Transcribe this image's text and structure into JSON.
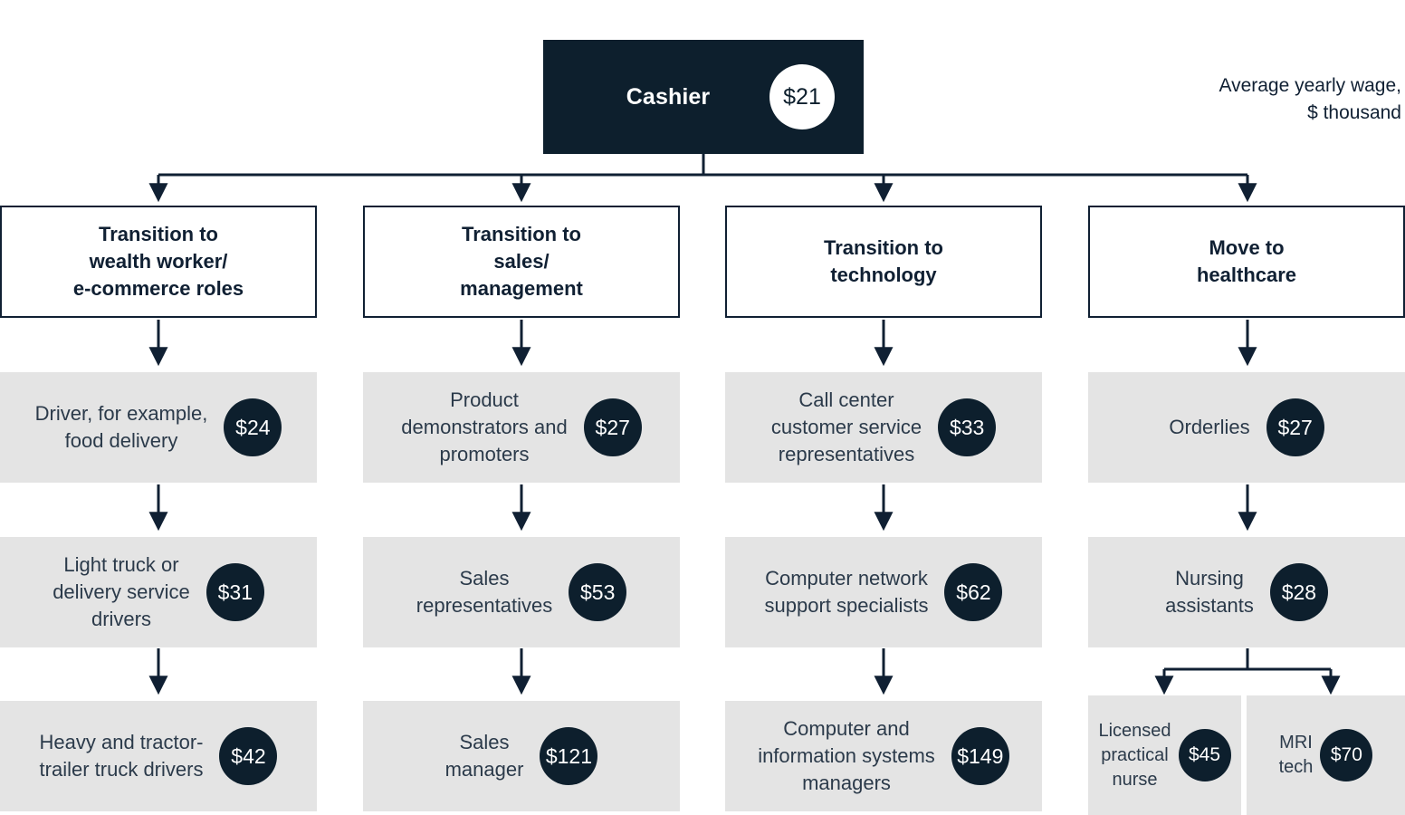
{
  "caption": "Average yearly wage,\n$ thousand",
  "colors": {
    "dark": "#0d1f2d",
    "gray_box": "#e4e4e4",
    "text": "#102033",
    "background": "#ffffff"
  },
  "root": {
    "label": "Cashier",
    "value": "$21"
  },
  "branches": [
    {
      "title": "Transition to\nwealth worker/\ne-commerce roles",
      "steps": [
        {
          "label": "Driver, for example,\nfood delivery",
          "value": "$24"
        },
        {
          "label": "Light truck or\ndelivery service\ndrivers",
          "value": "$31"
        },
        {
          "label": "Heavy and tractor-\ntrailer truck drivers",
          "value": "$42"
        }
      ]
    },
    {
      "title": "Transition to\nsales/\nmanagement",
      "steps": [
        {
          "label": "Product\ndemonstrators and\npromoters",
          "value": "$27"
        },
        {
          "label": "Sales\nrepresentatives",
          "value": "$53"
        },
        {
          "label": "Sales\nmanager",
          "value": "$121"
        }
      ]
    },
    {
      "title": "Transition to\ntechnology",
      "steps": [
        {
          "label": "Call center\ncustomer service\nrepresentatives",
          "value": "$33"
        },
        {
          "label": "Computer network\nsupport specialists",
          "value": "$62"
        },
        {
          "label": "Computer and\ninformation systems\nmanagers",
          "value": "$149"
        }
      ]
    },
    {
      "title": "Move to\nhealthcare",
      "steps": [
        {
          "label": "Orderlies",
          "value": "$27"
        },
        {
          "label": "Nursing\nassistants",
          "value": "$28"
        }
      ],
      "split_steps": [
        {
          "label": "Licensed\npractical\nnurse",
          "value": "$45"
        },
        {
          "label": "MRI\ntech",
          "value": "$70"
        }
      ]
    }
  ],
  "chart_data": {
    "type": "diagram",
    "title": "Cashier career transition pathways",
    "units": "Average yearly wage, $ thousand",
    "root": {
      "occupation": "Cashier",
      "wage": 21
    },
    "pathways": [
      {
        "name": "Transition to wealth worker/e-commerce roles",
        "nodes": [
          {
            "occupation": "Driver, for example, food delivery",
            "wage": 24
          },
          {
            "occupation": "Light truck or delivery service drivers",
            "wage": 31
          },
          {
            "occupation": "Heavy and tractor-trailer truck drivers",
            "wage": 42
          }
        ]
      },
      {
        "name": "Transition to sales/management",
        "nodes": [
          {
            "occupation": "Product demonstrators and promoters",
            "wage": 27
          },
          {
            "occupation": "Sales representatives",
            "wage": 53
          },
          {
            "occupation": "Sales manager",
            "wage": 121
          }
        ]
      },
      {
        "name": "Transition to technology",
        "nodes": [
          {
            "occupation": "Call center customer service representatives",
            "wage": 33
          },
          {
            "occupation": "Computer network support specialists",
            "wage": 62
          },
          {
            "occupation": "Computer and information systems managers",
            "wage": 149
          }
        ]
      },
      {
        "name": "Move to healthcare",
        "nodes": [
          {
            "occupation": "Orderlies",
            "wage": 27
          },
          {
            "occupation": "Nursing assistants",
            "wage": 28
          },
          {
            "occupation": "Licensed practical nurse",
            "wage": 45
          },
          {
            "occupation": "MRI tech",
            "wage": 70
          }
        ]
      }
    ]
  }
}
